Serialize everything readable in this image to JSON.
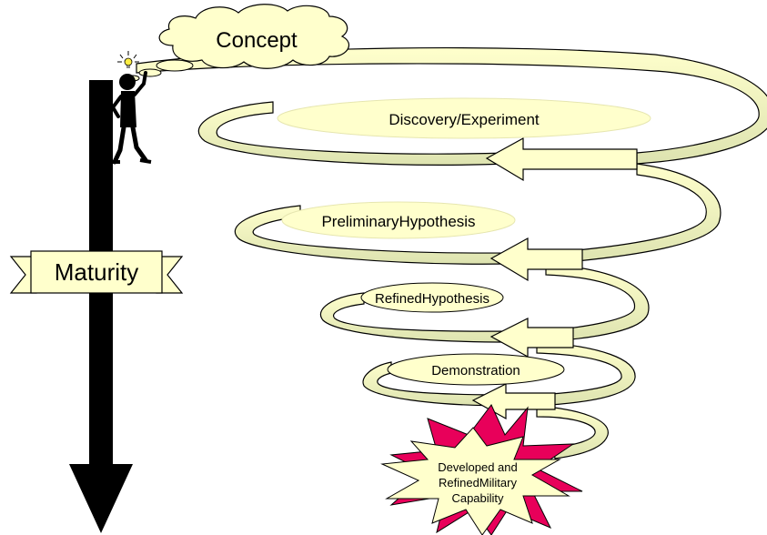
{
  "concept_label": "Concept",
  "maturity_label": "Maturity",
  "stages": [
    "Discovery/Experiment",
    "PreliminaryHypothesis",
    "RefinedHypothesis",
    "Demonstration"
  ],
  "outcome_lines": [
    "Developed and",
    "RefinedMilitary",
    "Capability"
  ],
  "colors": {
    "fill": "#ffffcc",
    "fill_shade": "#e0e4b0",
    "outline": "#000000",
    "starburst_back": "#e8005a"
  }
}
